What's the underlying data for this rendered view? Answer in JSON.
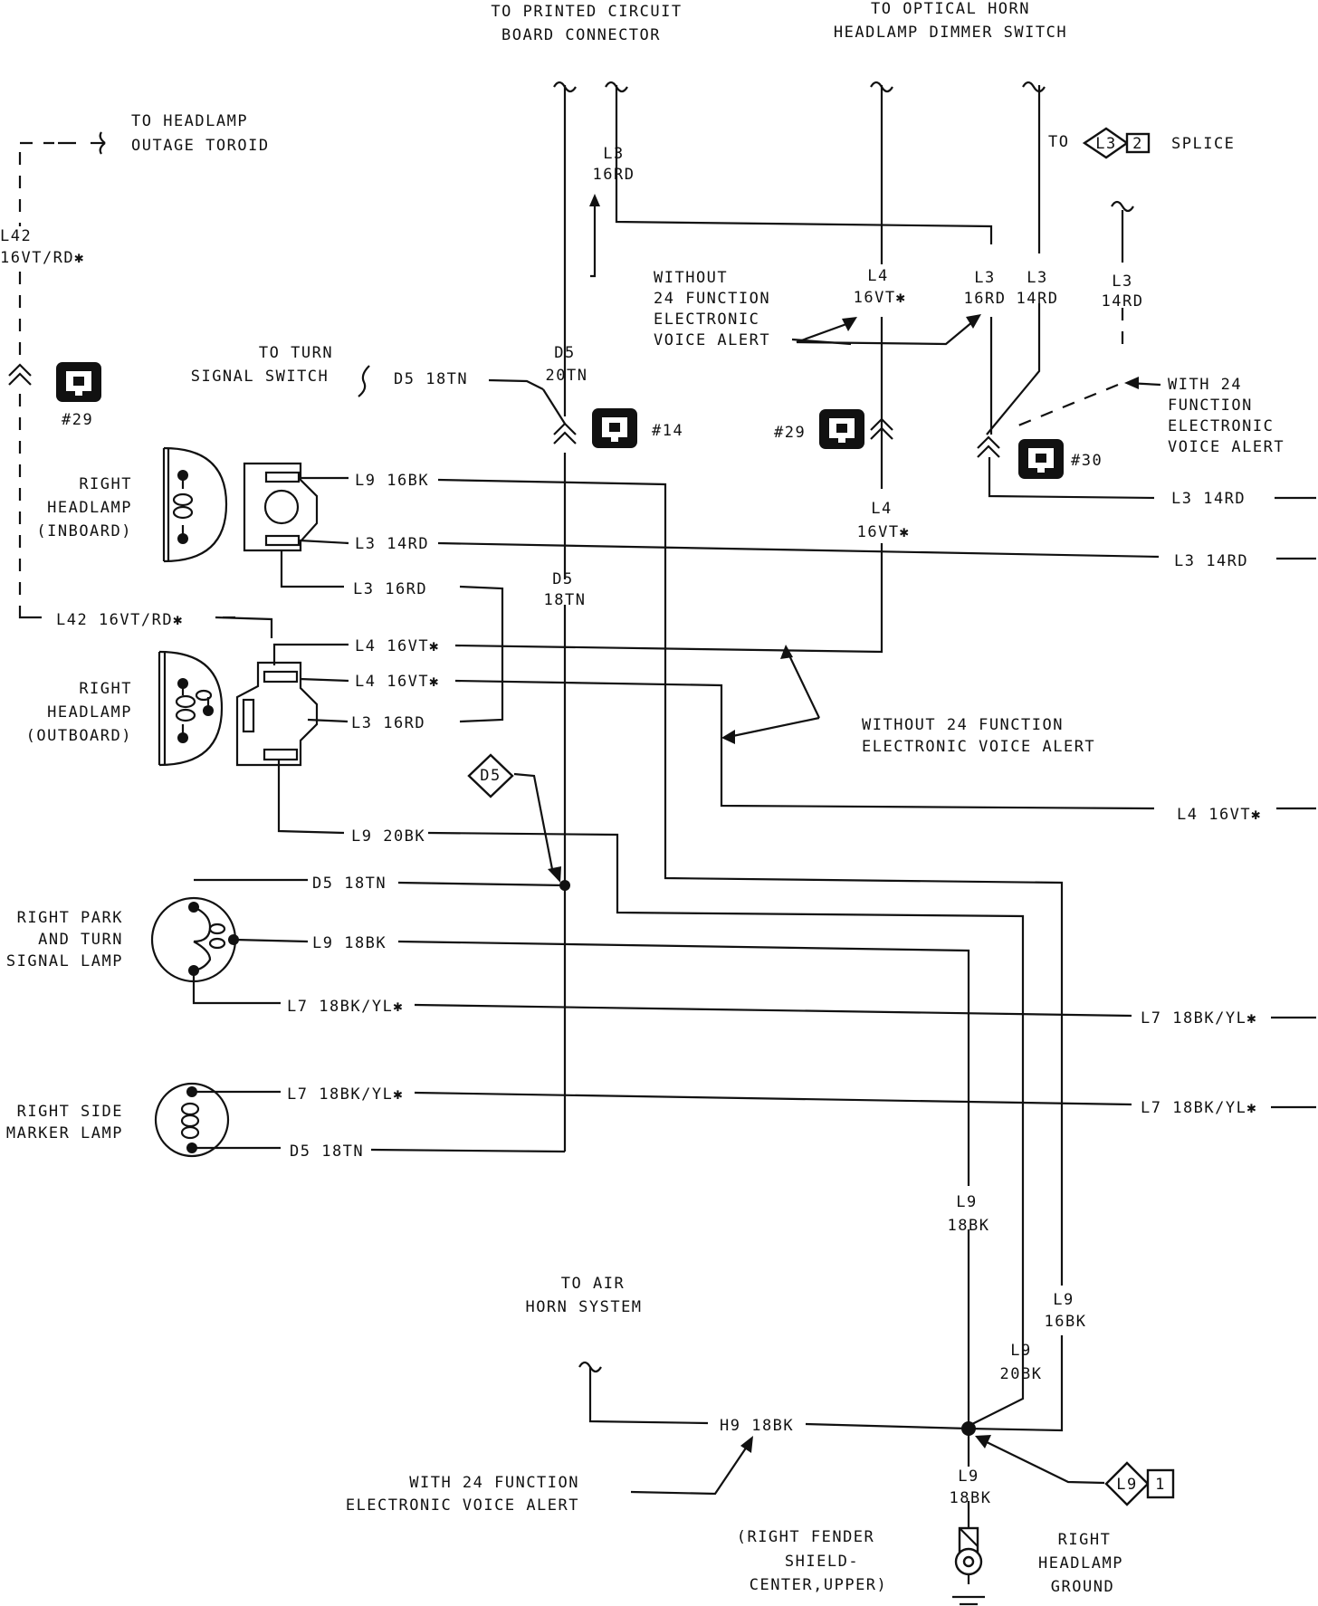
{
  "labels": {
    "to_pcb_1": "TO PRINTED CIRCUIT",
    "to_pcb_2": "BOARD CONNECTOR",
    "to_optical_1": "TO OPTICAL HORN",
    "to_optical_2": "HEADLAMP DIMMER SWITCH",
    "to_splice": "TO",
    "splice_label": "SPLICE",
    "splice_id": "L3",
    "splice_num": "2",
    "to_outage_1": "TO HEADLAMP",
    "to_outage_2": "OUTAGE TOROID",
    "l42_a": "L42",
    "l42_b": "16VT/RD✱",
    "l42_c": "L42  16VT/RD✱",
    "l3_16rd_top_a": "L3",
    "l3_16rd_top_b": "16RD",
    "without_top_1": "WITHOUT",
    "without_top_2": "24 FUNCTION",
    "without_top_3": "ELECTRONIC",
    "without_top_4": "VOICE ALERT",
    "l4_top_a": "L4",
    "l4_top_b": "16VT✱",
    "l3_a_a": "L3",
    "l3_a_b": "16RD",
    "l3_b_a": "L3",
    "l3_b_b": "14RD",
    "l3_c_a": "L3",
    "l3_c_b": "14RD",
    "with_top_1": "WITH 24",
    "with_top_2": "FUNCTION",
    "with_top_3": "ELECTRONIC",
    "with_top_4": "VOICE ALERT",
    "to_turn_1": "TO TURN",
    "to_turn_2": "SIGNAL SWITCH",
    "d5_18tn_top": "D5  18TN",
    "d5_20tn_a": "D5",
    "d5_20tn_b": "20TN",
    "conn_14": "#14",
    "conn_29_left": "#29",
    "conn_29_mid": "#29",
    "conn_30": "#30",
    "right_hl_in_1": "RIGHT",
    "right_hl_in_2": "HEADLAMP",
    "right_hl_in_3": "(INBOARD)",
    "l9_16bk_a": "L9  16BK",
    "l3_14rd_a": "L3  14RD",
    "l3_14rd_right1": "L3  14RD",
    "l3_14rd_right2": "L3  14RD",
    "l4_mid_a": "L4",
    "l4_mid_b": "16VT✱",
    "l3_16rd_a": "L3  16RD",
    "d5_18tn_mid_a": "D5",
    "d5_18tn_mid_b": "18TN",
    "l4_16vt_a": "L4  16VT✱",
    "l4_16vt_b": "L4  16VT✱",
    "l3_16rd_b": "L3  16RD",
    "right_hl_out_1": "RIGHT",
    "right_hl_out_2": "HEADLAMP",
    "right_hl_out_3": "(OUTBOARD)",
    "without_mid_1": "WITHOUT 24 FUNCTION",
    "without_mid_2": "ELECTRONIC VOICE ALERT",
    "d5_splice": "D5",
    "l4_16vt_right": "L4  16VT✱",
    "l9_20bk_a": "L9  20BK",
    "d5_18tn_park": "D5  18TN",
    "l9_18bk_park": "L9  18BK",
    "l7_park": "L7  18BK/YL✱",
    "right_park_1": "RIGHT PARK",
    "right_park_2": "AND TURN",
    "right_park_3": "SIGNAL LAMP",
    "l7_right_1": "L7  18BK/YL✱",
    "l7_side": "L7  18BK/YL✱",
    "l7_right_2": "L7  18BK/YL✱",
    "right_side_1": "RIGHT SIDE",
    "right_side_2": "MARKER LAMP",
    "d5_18tn_side": "D5  18TN",
    "l9_18bk_v_a": "L9",
    "l9_18bk_v_b": "18BK",
    "to_air_1": "TO AIR",
    "to_air_2": "HORN SYSTEM",
    "l9_16bk_v_a": "L9",
    "l9_16bk_v_b": "16BK",
    "l9_20bk_v_a": "L9",
    "l9_20bk_v_b": "20BK",
    "h9_18bk": "H9  18BK",
    "with_bot_1": "WITH 24 FUNCTION",
    "with_bot_2": "ELECTRONIC VOICE ALERT",
    "l9_18bk_gnd_a": "L9",
    "l9_18bk_gnd_b": "18BK",
    "ground_splice_id": "L9",
    "ground_splice_num": "1",
    "fender_1": "(RIGHT FENDER",
    "fender_2": "SHIELD-",
    "fender_3": "CENTER,UPPER)",
    "rh_ground_1": "RIGHT",
    "rh_ground_2": "HEADLAMP",
    "rh_ground_3": "GROUND"
  }
}
